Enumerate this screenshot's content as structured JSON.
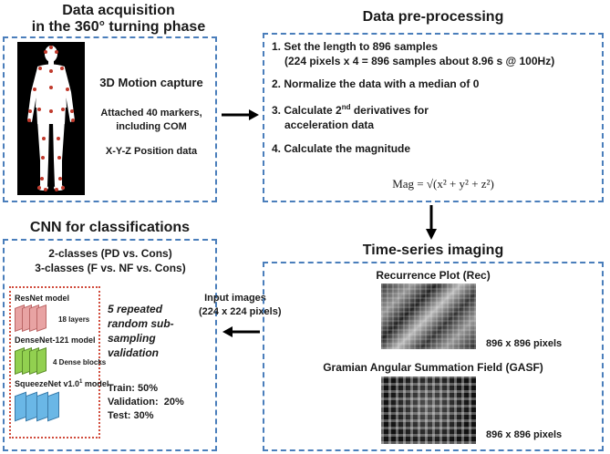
{
  "acq": {
    "title_line1": "Data acquisition",
    "title_line2": "in the 360° turning phase",
    "motion_capture": "3D Motion capture",
    "markers_line1": "Attached 40 markers,",
    "markers_line2": "including COM",
    "xyz": "X-Y-Z Position data"
  },
  "pre": {
    "title": "Data pre-processing",
    "step1_line1": "1. Set the length to 896 samples",
    "step1_line2": "(224 pixels x 4 = 896 samples about 8.96 s @ 100Hz)",
    "step2": "2. Normalize the data with a median of 0",
    "step3_prefix": "3. Calculate 2",
    "step3_sup": "nd",
    "step3_suffix": " derivatives for",
    "step3_line2": "acceleration data",
    "step4": "4. Calculate the magnitude",
    "formula": "Mag = √(x² + y² + z²)"
  },
  "cnn": {
    "title": "CNN for classifications",
    "classes2": "2-classes (PD vs. Cons)",
    "classes3": "3-classes (F vs. NF vs. Cons)",
    "resnet": "ResNet model",
    "resnet_layers": "18 layers",
    "densenet": "DenseNet-121 model",
    "dense_blocks": "4 Dense blocks",
    "squeezenet_prefix": "SqueezeNet v1.0",
    "squeezenet_sup": "1",
    "squeezenet_suffix": " model",
    "validation_line1": "5 repeated",
    "validation_line2": "random sub-",
    "validation_line3": "sampling",
    "validation_line4": "validation",
    "train": "Train: 50%",
    "validation": "Validation:  20%",
    "test": "Test: 30%"
  },
  "input": {
    "line1": "Input images",
    "line2": "(224 x 224 pixels)"
  },
  "ts": {
    "title": "Time-series imaging",
    "rec_title": "Recurrence Plot (Rec)",
    "rec_size": "896 x 896 pixels",
    "gasf_title": "Gramian Angular Summation Field (GASF)",
    "gasf_size": "896 x 896 pixels"
  },
  "colors": {
    "box_border": "#4a7ebb",
    "red_box_border": "#d04a3a",
    "resnet": "#e8a3a3",
    "densenet": "#92d050",
    "squeezenet": "#6ab7e6",
    "marker": "#c0392b"
  }
}
